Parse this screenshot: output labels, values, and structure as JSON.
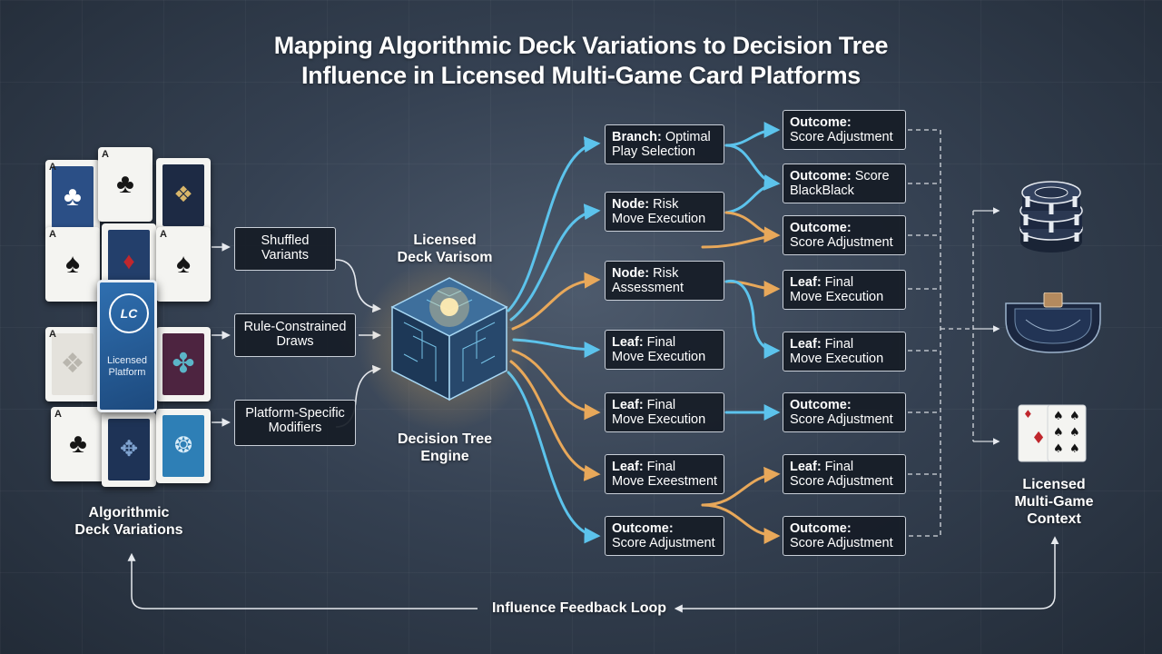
{
  "title": {
    "line1": "Mapping Algorithmic Deck Variations to Decision Tree",
    "line2": "Influence in Licensed Multi-Game Card Platforms"
  },
  "deck": {
    "label_line1": "Algorithmic",
    "label_line2": "Deck Variations",
    "brand_card": {
      "logo_text": "LC",
      "text_line1": "Licensed",
      "text_line2": "Platform"
    },
    "card_rank": "A"
  },
  "inputs": [
    {
      "line1": "Shuffled",
      "line2": "Variants"
    },
    {
      "line1": "Rule-Constrained",
      "line2": "Draws"
    },
    {
      "line1": "Platform-Specific",
      "line2": "Modifiers"
    }
  ],
  "engine": {
    "top_line1": "Licensed",
    "top_line2": "Deck Varisom",
    "bottom_line1": "Decision Tree",
    "bottom_line2": "Engine"
  },
  "branches": [
    {
      "bold": "Branch:",
      "rest": " Optimal",
      "line2": "Play Selection"
    },
    {
      "bold": "Node:",
      "rest": " Risk",
      "line2": "Move Execution"
    },
    {
      "bold": "Node:",
      "rest": " Risk",
      "line2": "Assessment"
    },
    {
      "bold": "Leaf:",
      "rest": " Final",
      "line2": "Move Execution"
    },
    {
      "bold": "Leaf:",
      "rest": " Final",
      "line2": "Move Execution"
    },
    {
      "bold": "Leaf:",
      "rest": " Final",
      "line2": "Move Exeestment"
    },
    {
      "bold": "Outcome:",
      "rest": "",
      "line2": "Score Adjustment"
    }
  ],
  "outcomes": [
    {
      "bold": "Outcome:",
      "rest": "",
      "line2": "Score Adjustment"
    },
    {
      "bold": "Outcome:",
      "rest": " Score",
      "line2": "BlackBlack"
    },
    {
      "bold": "Outcome:",
      "rest": "",
      "line2": "Score Adjustment"
    },
    {
      "bold": "Leaf:",
      "rest": " Final",
      "line2": "Move Execution"
    },
    {
      "bold": "Leaf:",
      "rest": " Final",
      "line2": "Move Execution"
    },
    {
      "bold": "Outcome:",
      "rest": "",
      "line2": "Score Adjustment"
    },
    {
      "bold": "Leaf:",
      "rest": " Final",
      "line2": "Score Adjustment"
    },
    {
      "bold": "Outcome:",
      "rest": "",
      "line2": "Score Adjustment"
    }
  ],
  "context": {
    "line1": "Licensed",
    "line2": "Multi-Game",
    "line3": "Context"
  },
  "feedback_loop": "Influence Feedback Loop",
  "colors": {
    "blue_path": "#5cc3ec",
    "orange_path": "#e8a85a",
    "box_border": "#c9cfd8",
    "box_fill": "#161c26"
  },
  "icons": [
    "poker-chips-icon",
    "card-table-icon",
    "playing-cards-icon",
    "circuit-cube-icon"
  ]
}
